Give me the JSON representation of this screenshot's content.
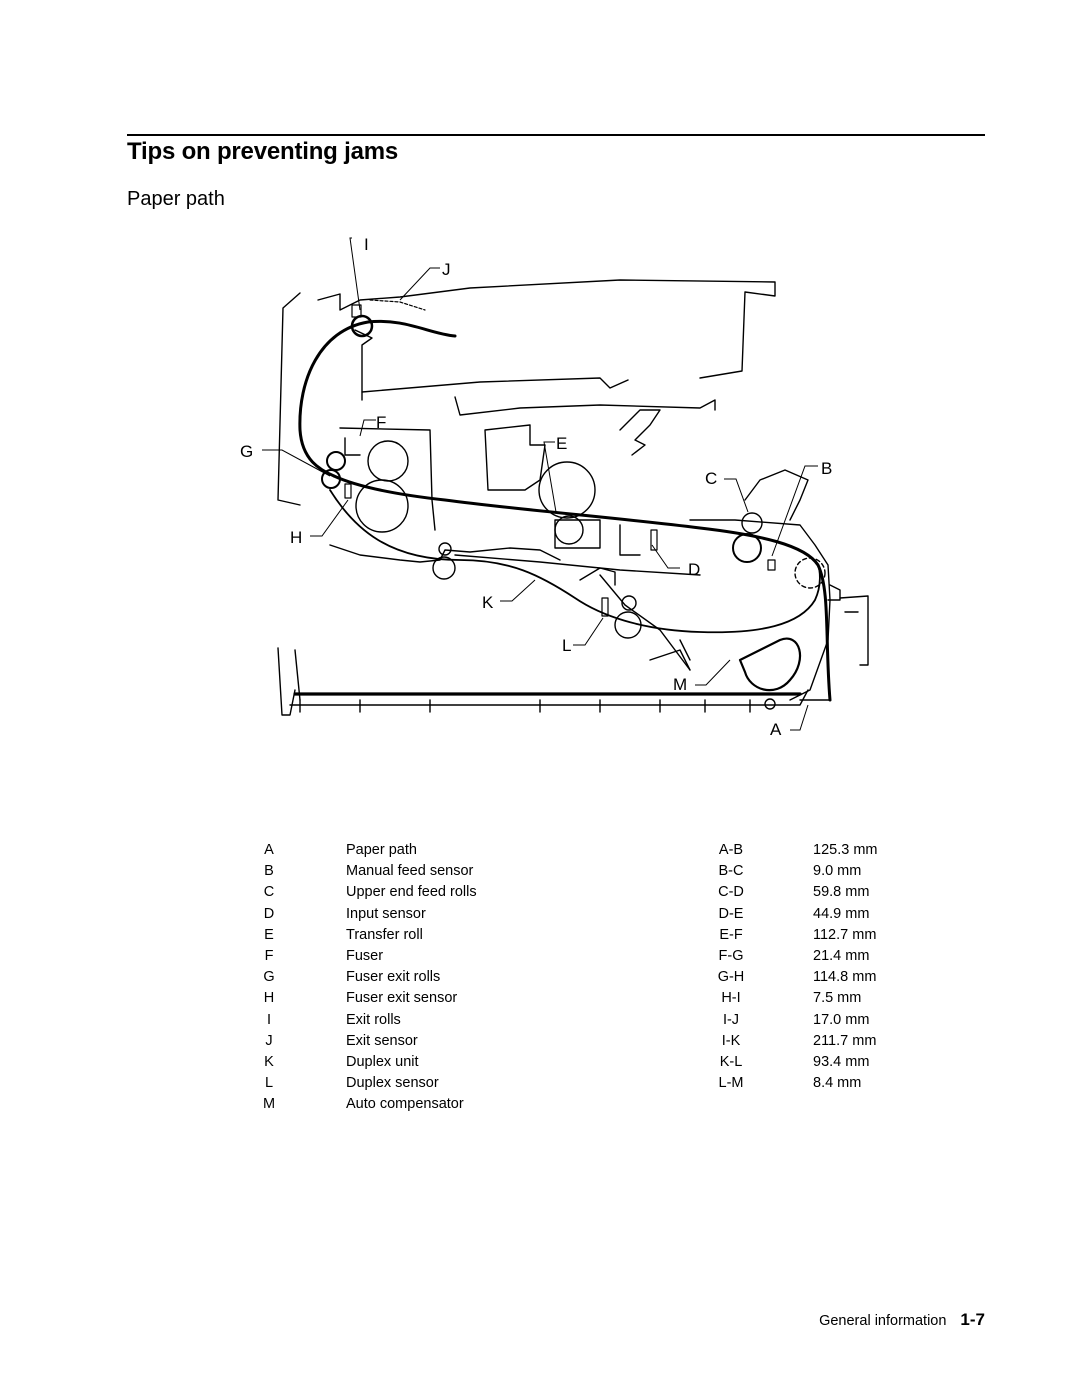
{
  "page": {
    "title": "Tips on preventing jams",
    "subtitle": "Paper path"
  },
  "diagram": {
    "labels": {
      "A": "A",
      "B": "B",
      "C": "C",
      "D": "D",
      "E": "E",
      "F": "F",
      "G": "G",
      "H": "H",
      "I": "I",
      "J": "J",
      "K": "K",
      "L": "L",
      "M": "M"
    }
  },
  "legend": {
    "items": [
      {
        "key": "A",
        "name": "Paper path"
      },
      {
        "key": "B",
        "name": "Manual feed sensor"
      },
      {
        "key": "C",
        "name": "Upper end feed rolls"
      },
      {
        "key": "D",
        "name": "Input sensor"
      },
      {
        "key": "E",
        "name": "Transfer roll"
      },
      {
        "key": "F",
        "name": "Fuser"
      },
      {
        "key": "G",
        "name": "Fuser exit rolls"
      },
      {
        "key": "H",
        "name": "Fuser exit sensor"
      },
      {
        "key": "I",
        "name": "Exit rolls"
      },
      {
        "key": "J",
        "name": "Exit sensor"
      },
      {
        "key": "K",
        "name": "Duplex unit"
      },
      {
        "key": "L",
        "name": "Duplex sensor"
      },
      {
        "key": "M",
        "name": "Auto compensator"
      }
    ],
    "distances": [
      {
        "segment": "A-B",
        "value": "125.3 mm"
      },
      {
        "segment": "B-C",
        "value": "9.0 mm"
      },
      {
        "segment": "C-D",
        "value": "59.8 mm"
      },
      {
        "segment": "D-E",
        "value": "44.9 mm"
      },
      {
        "segment": "E-F",
        "value": "112.7 mm"
      },
      {
        "segment": "F-G",
        "value": "21.4 mm"
      },
      {
        "segment": "G-H",
        "value": "114.8 mm"
      },
      {
        "segment": "H-I",
        "value": "7.5 mm"
      },
      {
        "segment": "I-J",
        "value": "17.0 mm"
      },
      {
        "segment": "I-K",
        "value": "211.7 mm"
      },
      {
        "segment": "K-L",
        "value": "93.4 mm"
      },
      {
        "segment": "L-M",
        "value": "8.4 mm"
      }
    ]
  },
  "footer": {
    "section": "General information",
    "page_number": "1-7"
  }
}
